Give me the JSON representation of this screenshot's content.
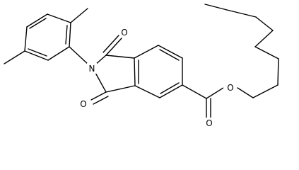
{
  "atoms": {
    "n": "N",
    "o_top": "O",
    "o_bottom": "O",
    "o_carbonyl": "O",
    "o_ester": "O"
  },
  "colors": {
    "background": "#ffffff",
    "ink": "#000000"
  }
}
